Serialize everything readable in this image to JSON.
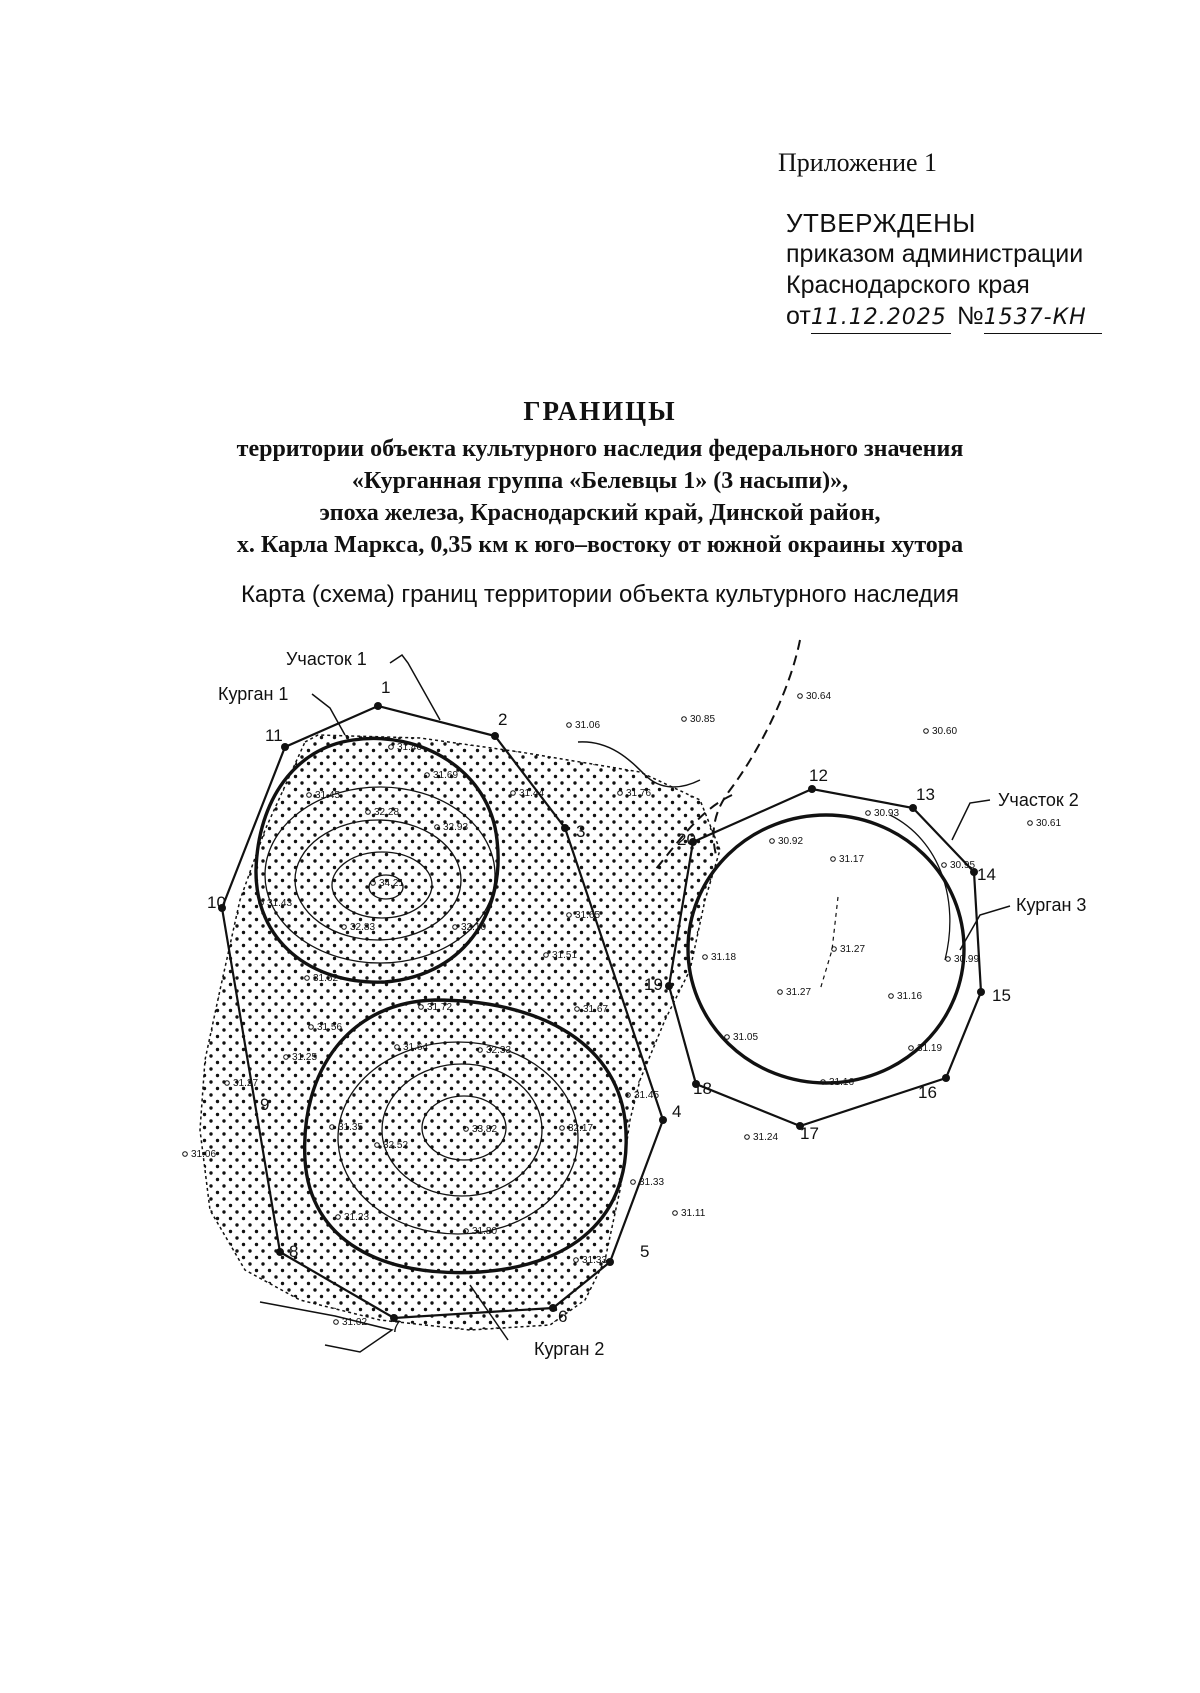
{
  "header": {
    "appendix": "Приложение 1",
    "approved_title": "УТВЕРЖДЕНЫ",
    "approved_line2": "приказом администрации",
    "approved_line3": "Краснодарского края",
    "date_prefix": "от",
    "date_value": "11.12.2025",
    "number_prefix": "№",
    "number_value": "1537-КН"
  },
  "title": {
    "main": "ГРАНИЦЫ",
    "line1": "территории объекта культурного наследия федерального значения",
    "line2": "«Курганная группа «Белевцы 1» (3 насыпи)»,",
    "line3": "эпоха железа, Краснодарский край, Динской район,",
    "line4": "х. Карла Маркса, 0,35 км к юго–востоку от южной окраины хутора"
  },
  "map": {
    "caption": "Карта (схема) границ территории объекта культурного наследия",
    "labels": {
      "plot1": "Участок 1",
      "plot2": "Участок 2",
      "mound1": "Курган 1",
      "mound2": "Курган 2",
      "mound3": "Курган 3"
    },
    "points": [
      "1",
      "2",
      "3",
      "4",
      "5",
      "6",
      "7",
      "8",
      "9",
      "10",
      "11",
      "12",
      "13",
      "14",
      "15",
      "16",
      "17",
      "18",
      "19",
      "20"
    ],
    "elevations": [
      "31.06",
      "30.85",
      "30.64",
      "30.60",
      "30.61",
      "31.40",
      "31.69",
      "31.44",
      "31.76",
      "31.45",
      "32.28",
      "32.93",
      "34.21",
      "31.43",
      "32.83",
      "32.10",
      "31.65",
      "31.62",
      "31.51",
      "31.56",
      "31.25",
      "31.27",
      "31.06",
      "31.64",
      "32.33",
      "31.72",
      "31.67",
      "31.45",
      "31.35",
      "32.52",
      "33.82",
      "32.17",
      "31.33",
      "31.23",
      "31.80",
      "31.11",
      "31.33",
      "31.02",
      "30.92",
      "30.93",
      "31.17",
      "30.95",
      "30.99",
      "31.18",
      "31.27",
      "31.27",
      "31.16",
      "31.24",
      "31.05",
      "31.19",
      "31.16"
    ],
    "colors": {
      "ink": "#111111",
      "paper": "#ffffff"
    }
  }
}
